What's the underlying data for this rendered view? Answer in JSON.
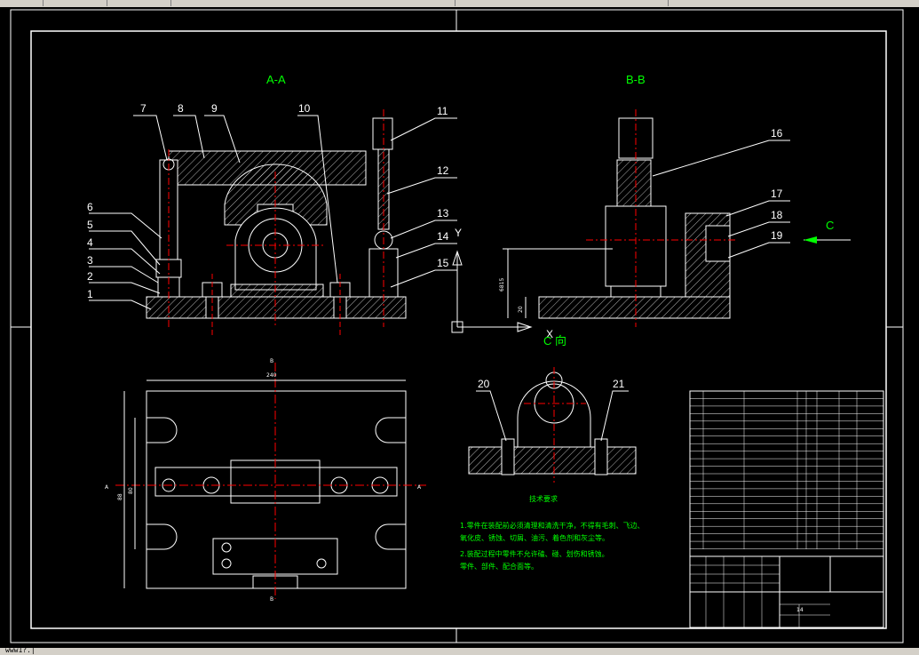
{
  "status_text": "www1?.|",
  "views": {
    "aa_title": "A-A",
    "bb_title": "B-B",
    "c_label": "C",
    "c_dir_label": "C 向",
    "y_label": "Y",
    "x_label": "X"
  },
  "callouts_aa": [
    "1",
    "2",
    "3",
    "4",
    "5",
    "6",
    "7",
    "8",
    "9",
    "10",
    "11",
    "12",
    "13",
    "14",
    "15"
  ],
  "callouts_bb": [
    "16",
    "17",
    "18",
    "19"
  ],
  "callouts_bottom": [
    "20",
    "21"
  ],
  "dimensions": {
    "width_240": "240",
    "b_top": "B",
    "b_bottom": "B",
    "a_left": "A",
    "a_right": "A",
    "h_80": "80",
    "h_88": "88",
    "h_6815": "6815",
    "h_20": "20"
  },
  "notes": {
    "title": "技术要求",
    "line1": "1.零件在装配前必须清理和清洗干净，不得有毛刺、飞边、",
    "line2": "氧化皮、锈蚀、切屑、油污、着色剂和灰尘等。",
    "line3": "2.装配过程中零件不允许磕、碰、划伤和锈蚀。",
    "line4": "零件、部件、配合面等。"
  },
  "parts_table": {
    "row_count": 21,
    "footer_value": "14"
  },
  "colors": {
    "background": "#000000",
    "outline": "#ffffff",
    "centerline": "#ff0000",
    "hatch": "#ffffff",
    "text_green": "#00ff00"
  }
}
